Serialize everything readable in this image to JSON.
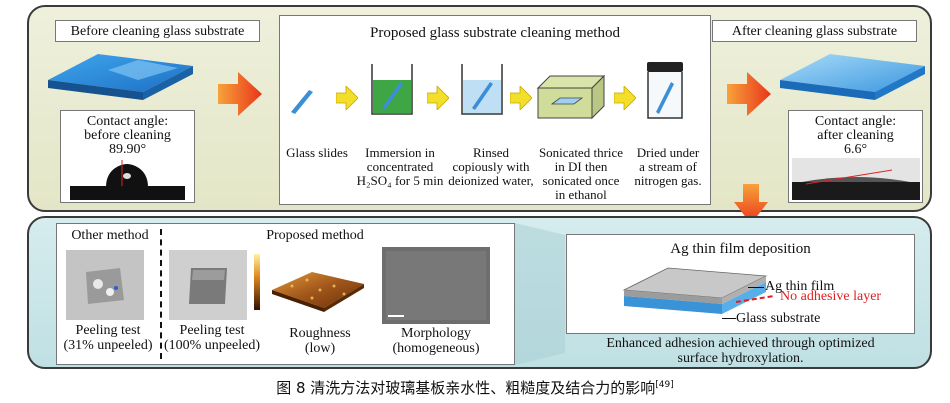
{
  "before": {
    "title": "Before cleaning glass substrate",
    "contact_line1": "Contact angle:",
    "contact_line2": "before cleaning",
    "contact_value": "89.90°"
  },
  "method": {
    "title": "Proposed glass substrate cleaning method",
    "steps": [
      {
        "l1": "Glass slides",
        "l2": "",
        "l3": "",
        "l4": ""
      },
      {
        "l1": "Immersion in",
        "l2": "concentrated",
        "l3": "H₂SO₄ for 5 min",
        "l4": ""
      },
      {
        "l1": "Rinsed",
        "l2": "copiously with",
        "l3": "deionized water,",
        "l4": ""
      },
      {
        "l1": "Sonicated thrice",
        "l2": "in DI then",
        "l3": "sonicated once",
        "l4": "in ethanol"
      },
      {
        "l1": "Dried under",
        "l2": "a stream of",
        "l3": "nitrogen gas.",
        "l4": ""
      }
    ]
  },
  "after": {
    "title": "After cleaning glass substrate",
    "contact_line1": "Contact angle:",
    "contact_line2": "after cleaning",
    "contact_value": "6.6°"
  },
  "bottom": {
    "other_method": "Other method",
    "proposed_method": "Proposed method",
    "peel1_l1": "Peeling test",
    "peel1_l2": "(31% unpeeled)",
    "peel2_l1": "Peeling test",
    "peel2_l2": "(100% unpeeled)",
    "rough_l1": "Roughness",
    "rough_l2": "(low)",
    "morph_l1": "Morphology",
    "morph_l2": "(homogeneous)",
    "deposition_title": "Ag thin film deposition",
    "ag_film": "Ag thin film",
    "no_adhesive": "No adhesive layer",
    "glass_substrate": "Glass substrate",
    "enhanced_l1": "Enhanced adhesion achieved through optimized",
    "enhanced_l2": "surface hydroxylation."
  },
  "caption": {
    "text": "图 8   清洗方法对玻璃基板亲水性、粗糙度及结合力的影响",
    "ref": "[49]"
  },
  "colors": {
    "top_panel": "#e6e9cc",
    "bottom_panel": "#cbe7ea",
    "arrow_orange": "#f26a1b",
    "arrow_yellow": "#f5e130",
    "glass_blue": "#2f8fd8",
    "red_label": "#e02020"
  }
}
